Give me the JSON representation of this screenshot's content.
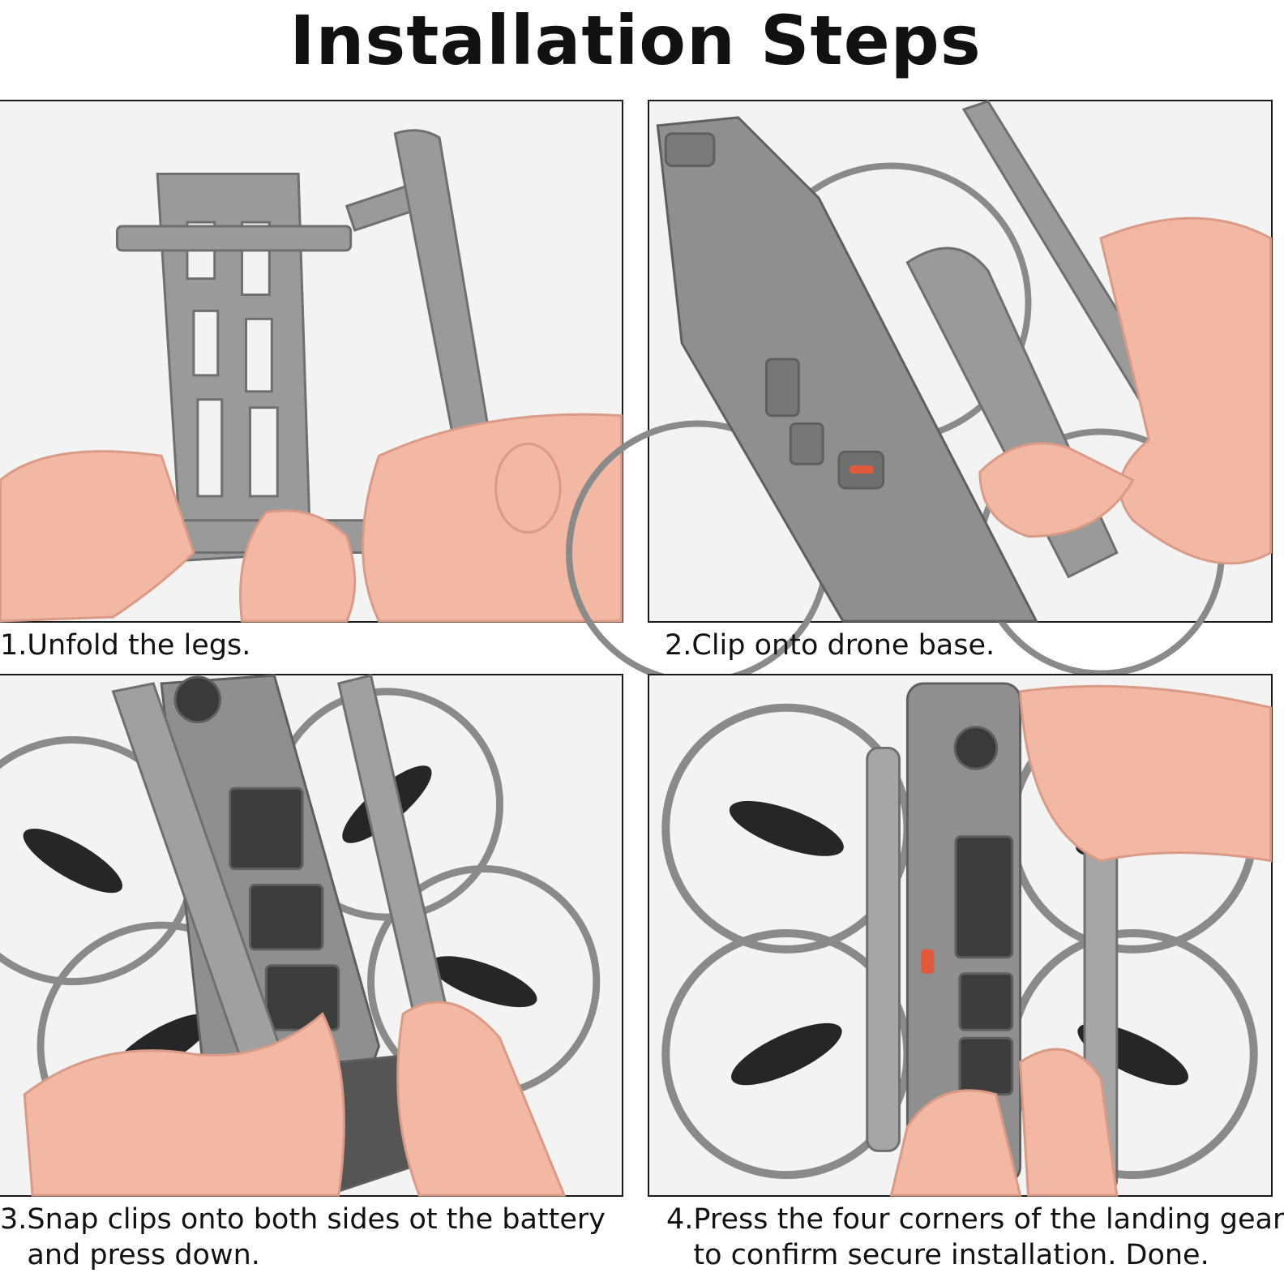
{
  "page": {
    "title": "Installation Steps"
  },
  "steps": [
    {
      "caption": "1.Unfold the legs."
    },
    {
      "caption": "2.Clip onto drone base."
    },
    {
      "caption": "3.Snap clips onto both sides ot the battery\n   and press down."
    },
    {
      "caption": "4.Press the four corners of the landing gear\n   to confirm secure installation. Done."
    }
  ],
  "colors": {
    "plastic_gray": "#8f8f8f",
    "dark_gray": "#5a5a5a",
    "skin": "#f2b8a4",
    "propeller": "#262626",
    "indicator_orange": "#e0593a"
  }
}
